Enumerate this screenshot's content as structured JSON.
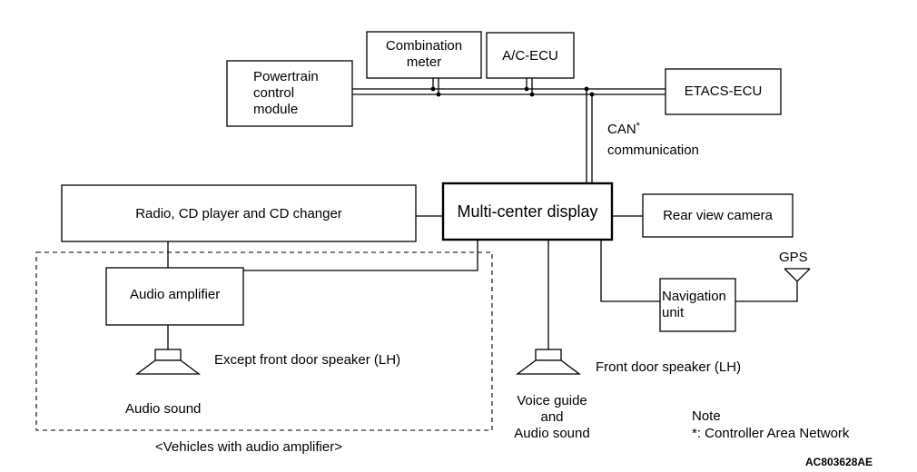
{
  "nodes": {
    "powertrain": "Powertrain\ncontrol\nmodule",
    "combination_meter": "Combination\nmeter",
    "ac_ecu": "A/C-ECU",
    "etacs_ecu": "ETACS-ECU",
    "can_label": "CAN",
    "can_asterisk": "*",
    "can_communication": "communication",
    "radio": "Radio, CD player and CD changer",
    "mcd": "Multi-center display",
    "rear_camera": "Rear view camera",
    "gps": "GPS",
    "navigation": "Navigation\nunit",
    "audio_amplifier": "Audio amplifier",
    "except_speaker": "Except front door speaker (LH)",
    "audio_sound": "Audio sound",
    "front_speaker": "Front door speaker (LH)",
    "voice_guide": "Voice guide\nand\nAudio sound",
    "vehicles_with_amp": "<Vehicles with audio amplifier>",
    "note_title": "Note",
    "note_text": "*: Controller Area Network",
    "figure_code": "AC803628AE"
  }
}
